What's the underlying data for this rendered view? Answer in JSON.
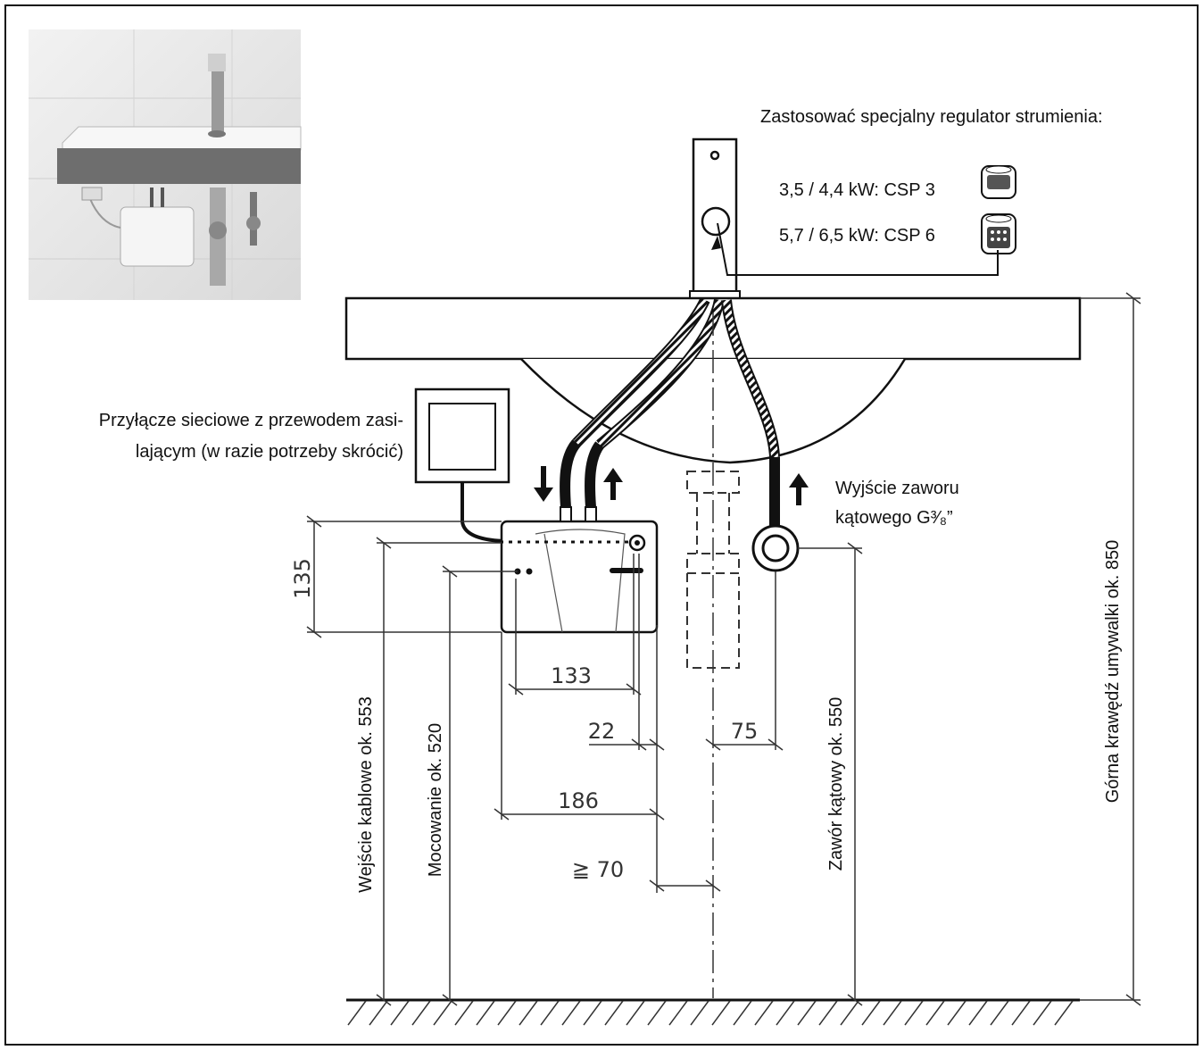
{
  "labels": {
    "aerator_title": "Zastosować specjalny regulator strumienia:",
    "aerator_small": "3,5 / 4,4 kW: CSP 3",
    "aerator_large": "5,7 / 6,5 kW: CSP 6",
    "power_line1": "Przyłącze sieciowe z przewodem zasi-",
    "power_line2": "lającym (w razie potrzeby skrócić)",
    "valve_line1": "Wyjście zaworu",
    "valve_line2": "kątowego G³⁄₈”",
    "cable_entry": "Wejście kablowe ok. 553",
    "mounting": "Mocowanie ok. 520",
    "angle_valve": "Zawór kątowy ok. 550",
    "basin_edge": "Górna krawędź umywalki ok. 850"
  },
  "dimensions": {
    "height_heater": "135",
    "width_133": "133",
    "offset_22": "22",
    "offset_75": "75",
    "width_186": "186",
    "min_70": "≧ 70"
  },
  "colors": {
    "line": "#111111",
    "dim_line": "#333333",
    "photo_wall": "#e6e6e6"
  }
}
